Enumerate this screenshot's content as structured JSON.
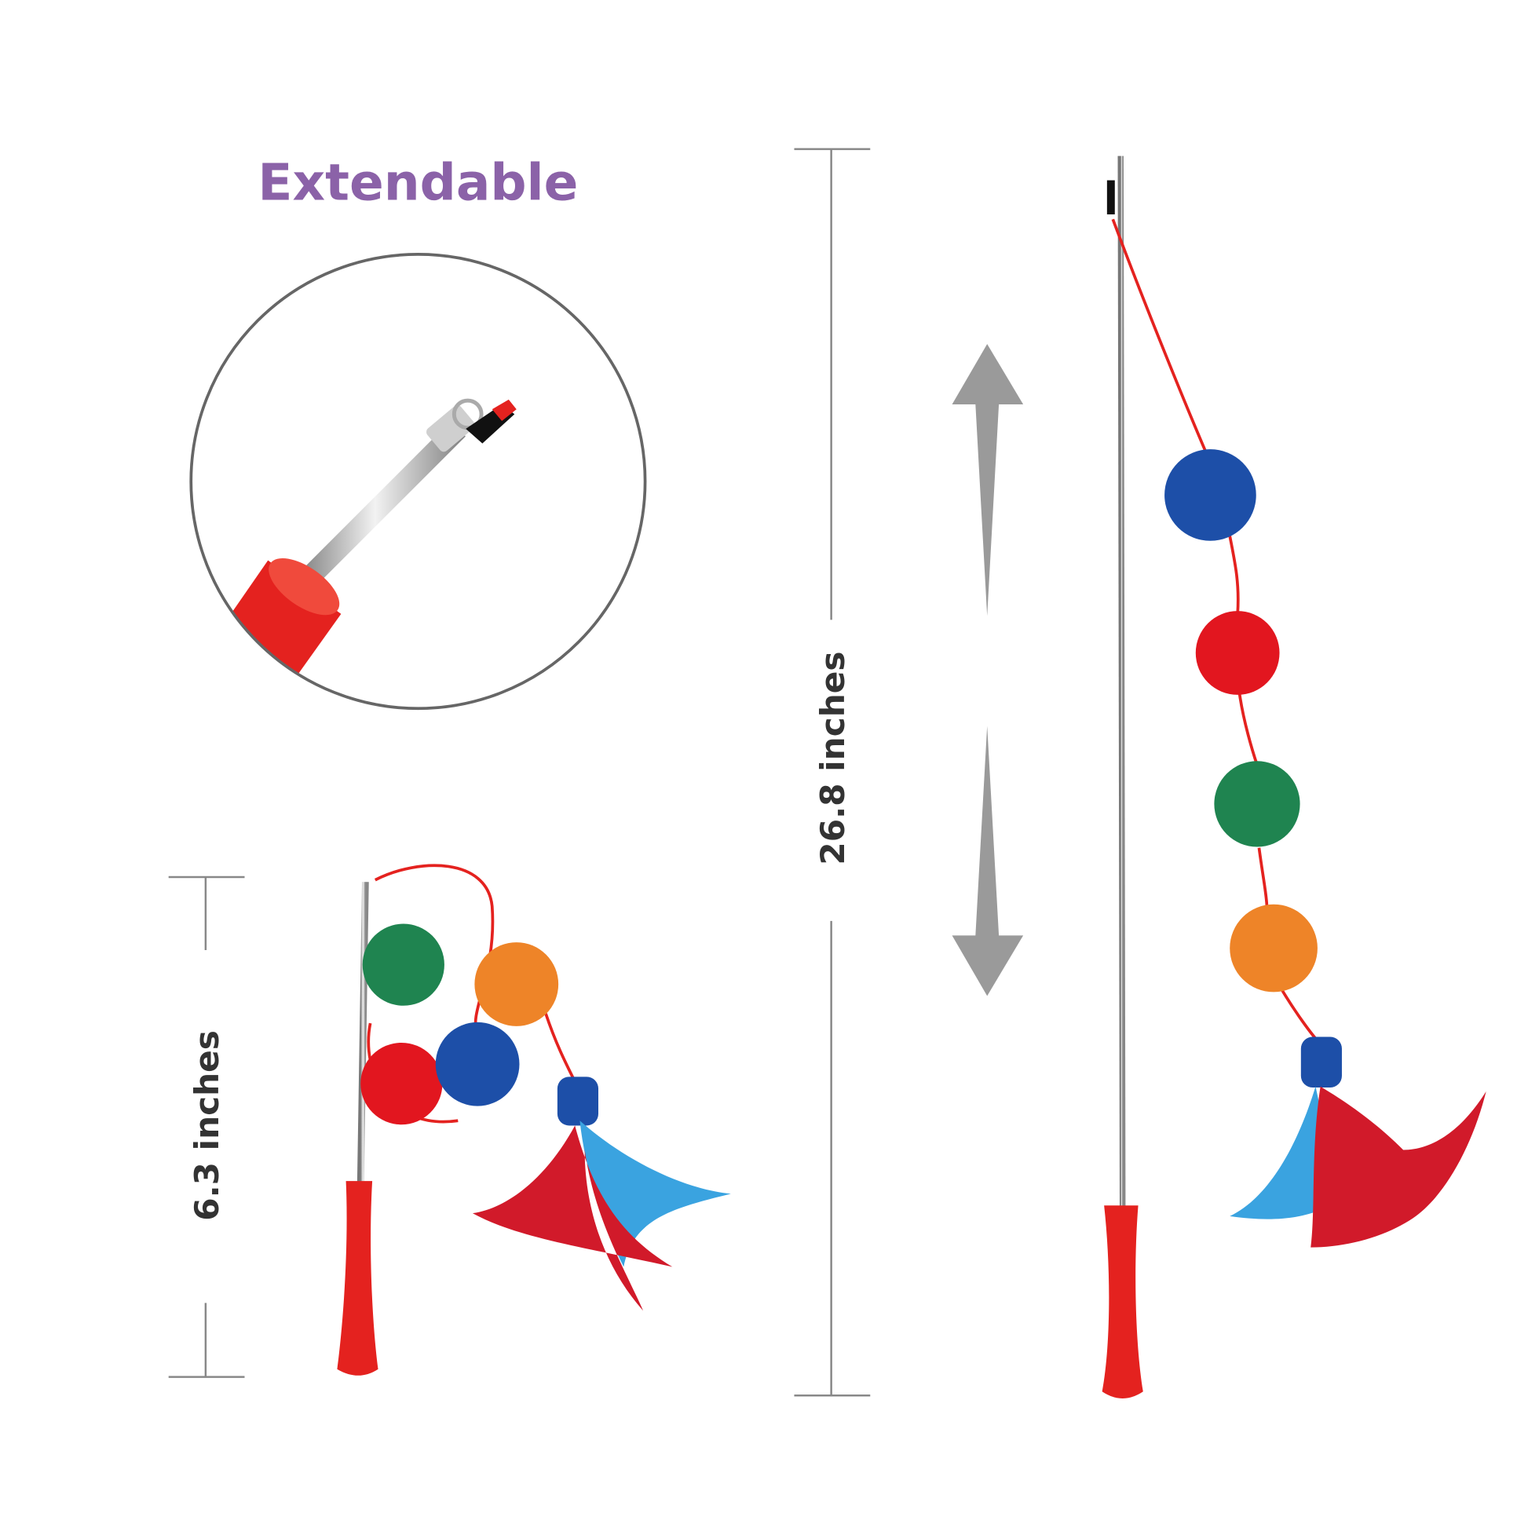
{
  "title": "Extendable",
  "extended_length_label": "26.8 inches",
  "collapsed_length_label": "6.3 inches",
  "colors": {
    "title": "#8b62a8",
    "handle": "#e4221f",
    "ball_blue": "#1d4fa8",
    "ball_red": "#e2161f",
    "ball_green": "#1f8450",
    "ball_orange": "#ee8428",
    "feather_blue": "#3aa3e0",
    "arrow": "#9a9a9a"
  }
}
